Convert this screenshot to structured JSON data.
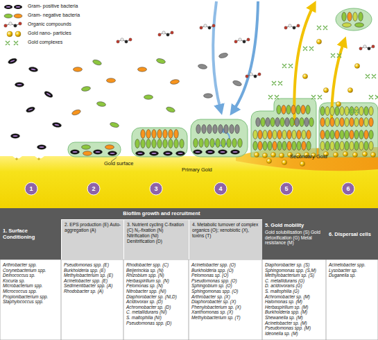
{
  "diagram": {
    "nodes": [
      {
        "text": [
          "1. Surface Conditioning"
        ]
      },
      {
        "text": [
          "Biofilm growth and recruitment"
        ]
      },
      {
        "text": [
          "2. EPS production (E) Auto-aggregation (A)"
        ],
        "in": 1
      },
      {
        "text": [
          "3. Nutrient cycling C-fixation (C) N₂-fixation (N) Nitrification (NI) Denitrification (D)"
        ],
        "in": 1
      },
      {
        "text": [
          "4. Metabolic turnover of complex organics (O); xenobiotic (X), toxins (T)"
        ],
        "in": 1
      },
      {
        "text": [
          "5. Gold mobility",
          "Gold solubilisation (S) Gold detoxification (G) Metal resistance (M)"
        ]
      },
      {
        "text": [
          "6. Dispersal cells"
        ]
      }
    ],
    "labels": [
      "1",
      "2",
      "3",
      "4",
      "5",
      "6",
      "Gold surface",
      "Secondary Gold",
      "Primary Gold",
      "Arthrobacter spp.",
      "Corynebacterium spp.",
      "Deinococcus sp.",
      "Kocuria sp.",
      "Microbacterium spp.",
      "Micrococcus spp.",
      "Propionibacterium spp.",
      "Staphylococcus spp.",
      "Pseudomonas spp. (E)",
      "Burkholderia spp. (E)",
      "Methylobacterium sp. (E)",
      "Acinetobacter spp. (E)",
      "Sedimentibacter spp. (A)",
      "Rhodobacter sp. (A)",
      "Rhodobacter spp. (C)",
      "Beijerinckia sp. (N)",
      "Rhizobium spp. (N)",
      "Herbaspirillum sp. (N)",
      "Pelomonas sp. (N)",
      "Nitrobacter spp. (NI)",
      "Diaphorobacter sp. (NI,D)",
      "Acidovorax sp. (D)",
      "Achromobacter sp. (D)",
      "C. metallidurans (NI)",
      "S. maltophilia (NI)",
      "Pseudomonas spp. (D)",
      "Acinetobacter spp. (O)",
      "Burkholderia spp. (O)",
      "Pelomonas sp. (O)",
      "Pseudomonas spp. (O)",
      "Sphingobium sp. (O)",
      "Sphingomonas spp. (O)",
      "Arthrobacter sp. (X)",
      "Diaphorobacter sp. (X)",
      "Phenylobacterium sp. (X)",
      "Xanthomonas sp. (X)",
      "Methylobacterium sp. (T)",
      "Diaphorobacter sp. (S)",
      "Sphingomonas spp. (S,M)",
      "Methylobacterium sp. (S)",
      "C. metallidurans (G)",
      "D. acidovorans (G)",
      "S. maltophilia (G)",
      "Achromobacter sp. (M)",
      "Halomonas sp. (M)",
      "Herbaspirillum sp. (M)",
      "Burkholderia spp. (M)",
      "Shewanella sp. (M)",
      "Acinetobacter sp. (M)",
      "Pseudomonas spp. (M)",
      "Ideonella sp. (M)",
      "Acinetobacter spp.",
      "Lysobacter sp.",
      "Duganella sp."
    ],
    "legend": [
      {
        "text": "Gram- positive bacteria"
      },
      {
        "text": "Gram- negative bacteria"
      },
      {
        "text": "Organic compounds"
      },
      {
        "text": "Gold nano- particles"
      },
      {
        "text": "Gold complexes"
      }
    ]
  }
}
